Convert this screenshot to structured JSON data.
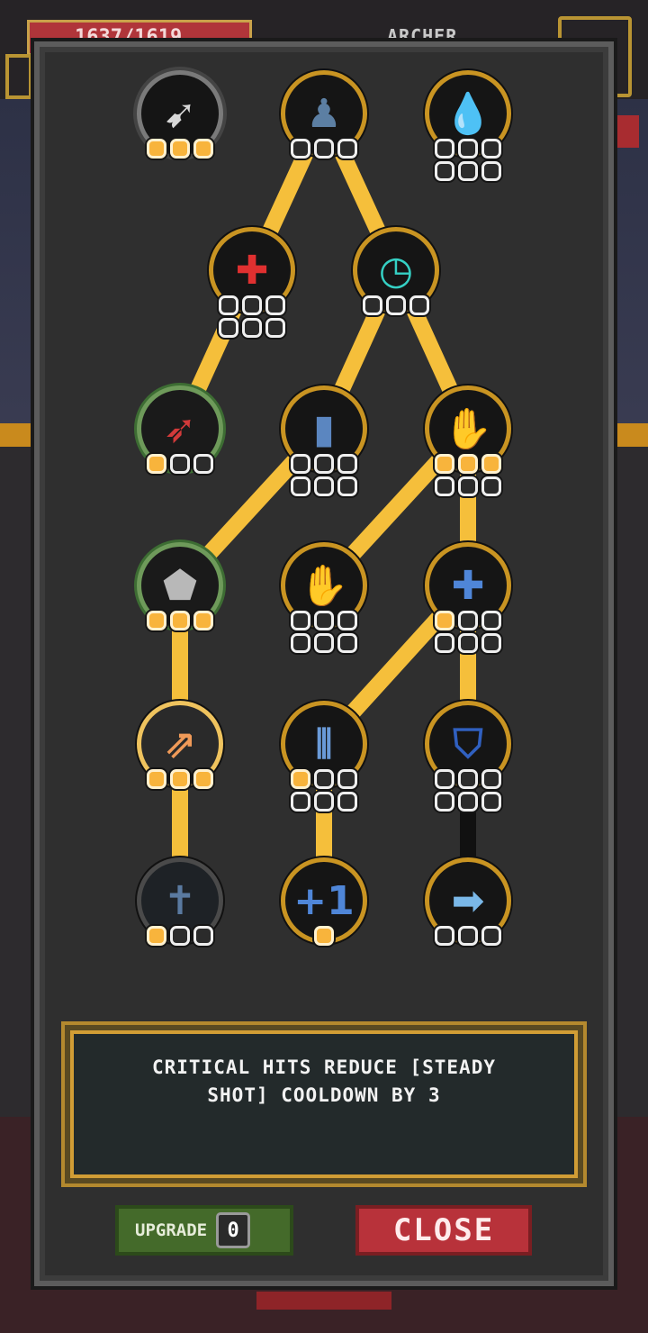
{
  "background": {
    "hp_text": "1637/1619",
    "class_label": "ARCHER"
  },
  "skill_tree": {
    "nodes": [
      {
        "id": "n1",
        "icon": "steady-shot-arrow-icon",
        "glyph": "➹",
        "color": "#d8d8d8",
        "state": "gray",
        "dots_on": 3,
        "dots_total": 3
      },
      {
        "id": "n2",
        "icon": "hooded-archer-icon",
        "glyph": "♟",
        "color": "#5c7fa3",
        "state": "gold",
        "dots_on": 0,
        "dots_total": 3
      },
      {
        "id": "n3",
        "icon": "mana-drop-plus-icon",
        "glyph": "💧",
        "color": "#44c8e0",
        "state": "gold",
        "dots_on": 0,
        "dots_total": 6
      },
      {
        "id": "n4",
        "icon": "red-cross-icon",
        "glyph": "✚",
        "color": "#e03030",
        "state": "gold",
        "dots_on": 0,
        "dots_total": 6
      },
      {
        "id": "n5",
        "icon": "clock-icon",
        "glyph": "◷",
        "color": "#35d0c4",
        "state": "gold",
        "dots_on": 0,
        "dots_total": 3
      },
      {
        "id": "n6",
        "icon": "arrow-volley-icon",
        "glyph": "➶",
        "color": "#d23a3a",
        "state": "active",
        "dots_on": 1,
        "dots_total": 3
      },
      {
        "id": "n7",
        "icon": "banner-icon",
        "glyph": "▮",
        "color": "#5b86c0",
        "state": "gold",
        "dots_on": 0,
        "dots_total": 6
      },
      {
        "id": "n8",
        "icon": "red-hand-icon",
        "glyph": "✋",
        "color": "#e03030",
        "state": "gold",
        "dots_on": 3,
        "dots_total": 6
      },
      {
        "id": "n9",
        "icon": "stone-shield-icon",
        "glyph": "⬟",
        "color": "#b8b8b8",
        "state": "active",
        "dots_on": 3,
        "dots_total": 3
      },
      {
        "id": "n10",
        "icon": "purple-glove-plus-icon",
        "glyph": "✋",
        "color": "#a040b0",
        "state": "gold",
        "dots_on": 0,
        "dots_total": 6
      },
      {
        "id": "n11",
        "icon": "blue-cross-icon",
        "glyph": "✚",
        "color": "#4f86d8",
        "state": "gold",
        "dots_on": 1,
        "dots_total": 6
      },
      {
        "id": "n12",
        "icon": "double-arrow-icon",
        "glyph": "⇗",
        "color": "#f09a58",
        "state": "pale",
        "dots_on": 3,
        "dots_total": 3
      },
      {
        "id": "n13",
        "icon": "blue-fence-icon",
        "glyph": "⫴",
        "color": "#6a9ad8",
        "state": "gold",
        "dots_on": 1,
        "dots_total": 6
      },
      {
        "id": "n14",
        "icon": "elemental-shield-icon",
        "glyph": "⛉",
        "color": "#3060c0",
        "state": "gold",
        "dots_on": 0,
        "dots_total": 6
      },
      {
        "id": "n15",
        "icon": "sword-bow-icon",
        "glyph": "✝",
        "color": "#5a7aa0",
        "state": "dim",
        "dots_on": 1,
        "dots_total": 3
      },
      {
        "id": "n16",
        "icon": "plus-one-icon",
        "glyph": "+1",
        "color": "#4f86d8",
        "state": "gold",
        "dots_on": 1,
        "dots_total": 1
      },
      {
        "id": "n17",
        "icon": "right-arrow-icon",
        "glyph": "➡",
        "color": "#7ab8e8",
        "state": "gold",
        "dots_on": 0,
        "dots_total": 3
      }
    ]
  },
  "description": {
    "line1": "CRITICAL HITS REDUCE [STEADY",
    "line2": "SHOT] COOLDOWN BY 3"
  },
  "buttons": {
    "upgrade_label": "UPGRADE",
    "upgrade_cost": "0",
    "close_label": "CLOSE"
  },
  "colors": {
    "connector_gold": "#f5bf3b",
    "connector_locked": "#111111",
    "node_border_gold": "#c99422",
    "upgrade_green": "#446a2a",
    "close_red": "#b8323a"
  }
}
